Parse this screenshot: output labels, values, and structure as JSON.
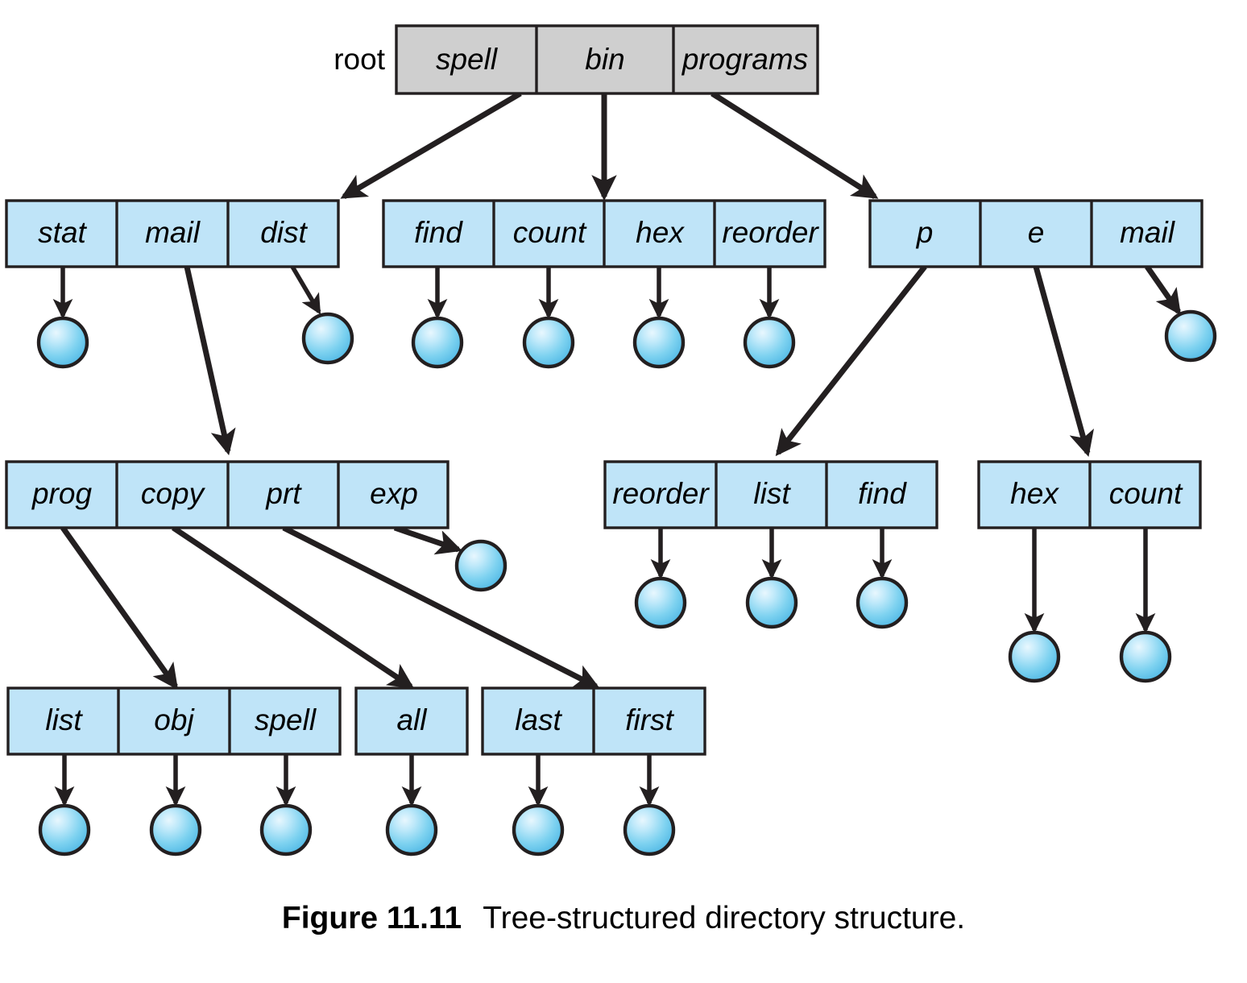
{
  "figure": {
    "caption_label": "Figure 11.11",
    "caption_text": "Tree-structured directory structure.",
    "root_label": "root",
    "colors": {
      "root_fill": "#cfcfcf",
      "dir_fill": "#bfe4f8",
      "node_fill_light": "#d8f0fb",
      "node_fill_mid": "#7fd0f0",
      "node_fill_dark": "#4fb8e4",
      "stroke": "#231f20",
      "background": "#ffffff"
    }
  },
  "rows": {
    "root": {
      "name": "root-directory-row",
      "cells": [
        {
          "label": "spell"
        },
        {
          "label": "bin"
        },
        {
          "label": "programs"
        }
      ]
    },
    "level1_spell": {
      "name": "spell-directory-row",
      "cells": [
        {
          "label": "stat"
        },
        {
          "label": "mail"
        },
        {
          "label": "dist"
        }
      ]
    },
    "level1_bin": {
      "name": "bin-directory-row",
      "cells": [
        {
          "label": "find"
        },
        {
          "label": "count"
        },
        {
          "label": "hex"
        },
        {
          "label": "reorder"
        }
      ]
    },
    "level1_programs": {
      "name": "programs-directory-row",
      "cells": [
        {
          "label": "p"
        },
        {
          "label": "e"
        },
        {
          "label": "mail"
        }
      ]
    },
    "level2_mail": {
      "name": "mail-directory-row",
      "cells": [
        {
          "label": "prog"
        },
        {
          "label": "copy"
        },
        {
          "label": "prt"
        },
        {
          "label": "exp"
        }
      ]
    },
    "level2_p": {
      "name": "p-directory-row",
      "cells": [
        {
          "label": "reorder"
        },
        {
          "label": "list"
        },
        {
          "label": "find"
        }
      ]
    },
    "level2_e": {
      "name": "e-directory-row",
      "cells": [
        {
          "label": "hex"
        },
        {
          "label": "count"
        }
      ]
    },
    "level3_a": {
      "name": "prog-obj-spell-directory-row",
      "cells": [
        {
          "label": "list"
        },
        {
          "label": "obj"
        },
        {
          "label": "spell"
        }
      ]
    },
    "level3_b": {
      "name": "all-directory-row",
      "cells": [
        {
          "label": "all"
        }
      ]
    },
    "level3_c": {
      "name": "last-first-directory-row",
      "cells": [
        {
          "label": "last"
        },
        {
          "label": "first"
        }
      ]
    }
  },
  "chart_data": {
    "type": "diagram",
    "title": "Tree-structured directory structure",
    "tree": {
      "label": "root",
      "kind": "root",
      "children": [
        {
          "label": "spell",
          "kind": "directory",
          "children": [
            {
              "label": "stat",
              "kind": "directory",
              "children": [
                {
                  "label": "",
                  "kind": "file"
                }
              ]
            },
            {
              "label": "mail",
              "kind": "directory",
              "children": [
                {
                  "label": "prog",
                  "kind": "directory",
                  "children": [
                    {
                      "label": "obj",
                      "kind": "directory",
                      "children": [
                        {
                          "label": "",
                          "kind": "file"
                        }
                      ]
                    }
                  ]
                },
                {
                  "label": "copy",
                  "kind": "directory",
                  "children": [
                    {
                      "label": "all",
                      "kind": "directory",
                      "children": [
                        {
                          "label": "",
                          "kind": "file"
                        }
                      ]
                    }
                  ]
                },
                {
                  "label": "prt",
                  "kind": "directory",
                  "children": [
                    {
                      "label": "first",
                      "kind": "directory",
                      "children": [
                        {
                          "label": "",
                          "kind": "file"
                        }
                      ]
                    }
                  ]
                },
                {
                  "label": "exp",
                  "kind": "directory",
                  "children": [
                    {
                      "label": "",
                      "kind": "file"
                    }
                  ]
                }
              ]
            },
            {
              "label": "dist",
              "kind": "directory",
              "children": [
                {
                  "label": "",
                  "kind": "file"
                }
              ]
            }
          ]
        },
        {
          "label": "bin",
          "kind": "directory",
          "children": [
            {
              "label": "find",
              "kind": "directory",
              "children": [
                {
                  "label": "",
                  "kind": "file"
                }
              ]
            },
            {
              "label": "count",
              "kind": "directory",
              "children": [
                {
                  "label": "",
                  "kind": "file"
                }
              ]
            },
            {
              "label": "hex",
              "kind": "directory",
              "children": [
                {
                  "label": "",
                  "kind": "file"
                }
              ]
            },
            {
              "label": "reorder",
              "kind": "directory",
              "children": [
                {
                  "label": "",
                  "kind": "file"
                }
              ]
            }
          ]
        },
        {
          "label": "programs",
          "kind": "directory",
          "children": [
            {
              "label": "p",
              "kind": "directory",
              "children": [
                {
                  "label": "reorder",
                  "kind": "directory",
                  "children": [
                    {
                      "label": "",
                      "kind": "file"
                    }
                  ]
                },
                {
                  "label": "list",
                  "kind": "directory",
                  "children": [
                    {
                      "label": "",
                      "kind": "file"
                    }
                  ]
                },
                {
                  "label": "find",
                  "kind": "directory",
                  "children": [
                    {
                      "label": "",
                      "kind": "file"
                    }
                  ]
                }
              ]
            },
            {
              "label": "e",
              "kind": "directory",
              "children": [
                {
                  "label": "hex",
                  "kind": "directory",
                  "children": [
                    {
                      "label": "",
                      "kind": "file"
                    }
                  ]
                },
                {
                  "label": "count",
                  "kind": "directory",
                  "children": [
                    {
                      "label": "",
                      "kind": "file"
                    }
                  ]
                }
              ]
            },
            {
              "label": "mail",
              "kind": "directory",
              "children": [
                {
                  "label": "",
                  "kind": "file"
                }
              ]
            }
          ]
        }
      ]
    },
    "unlabeled_leaf_files": [
      "list",
      "obj",
      "spell",
      "all",
      "last",
      "first",
      "stat",
      "dist",
      "exp",
      "bin/find",
      "bin/count",
      "bin/hex",
      "bin/reorder",
      "p/reorder",
      "p/list",
      "p/find",
      "e/hex",
      "e/count",
      "programs/mail"
    ]
  }
}
